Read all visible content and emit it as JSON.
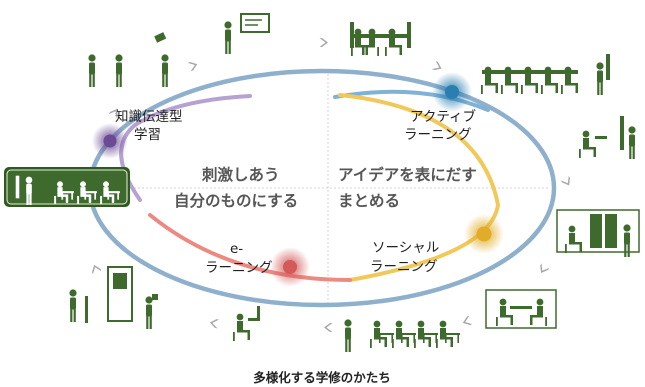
{
  "quadrants": {
    "top_left": "刺激しあう",
    "bottom_left": "自分のものにする",
    "top_right": "アイデアを表にだす",
    "bottom_right": "まとめる"
  },
  "modes": [
    {
      "id": "knowledge",
      "line1": "知識伝達型",
      "line2": "学習",
      "color": "#6a4a93"
    },
    {
      "id": "active",
      "line1": "アクティブ",
      "line2": "ラーニング",
      "color": "#2a7fb0"
    },
    {
      "id": "social",
      "line1": "ソーシャル",
      "line2": "ラーニング",
      "color": "#e1ad28"
    },
    {
      "id": "elearning",
      "line1": "e-",
      "line2": "ラーニング",
      "color": "#d45a5a"
    }
  ],
  "caption": "多様化する学修のかたち",
  "colors": {
    "ellipse": "#8fb0cc",
    "pictogram": "#3f6a2d",
    "arrow": "#a8a8a8",
    "ring_blue": "#7fb2d6",
    "ring_yellow": "#f1c85a",
    "ring_red": "#ec8a82",
    "ring_purple": "#b6a2d2"
  }
}
